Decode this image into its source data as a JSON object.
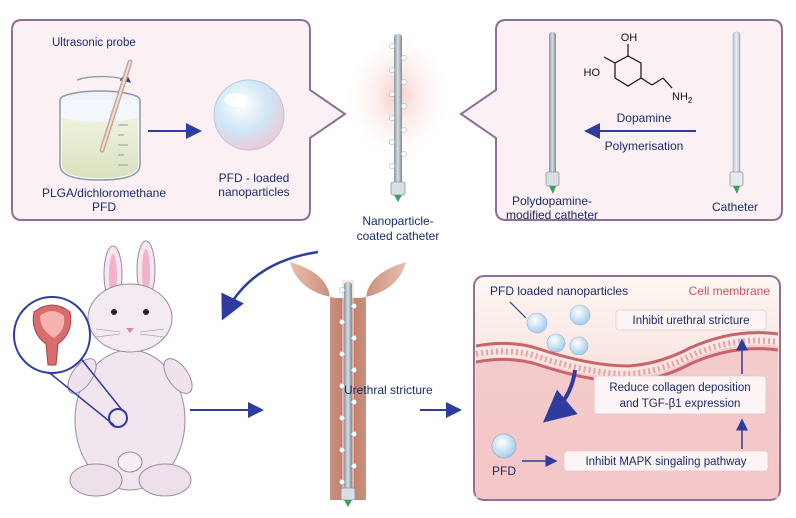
{
  "panel_prep": {
    "ultrasonic_probe": "Ultrasonic probe",
    "beaker_line1": "PLGA/dichloromethane",
    "beaker_line2": "PFD",
    "nanoparticle_line1": "PFD - loaded",
    "nanoparticle_line2": "nanoparticles"
  },
  "center": {
    "coated_line1": "Nanoparticle-",
    "coated_line2": "coated catheter"
  },
  "panel_coating": {
    "dopamine_label": "Dopamine",
    "polymerisation_label": "Polymerisation",
    "modified_line1": "Polydopamine-",
    "modified_line2": "modified catheter",
    "catheter_label": "Catheter",
    "formula": {
      "oh_top": "OH",
      "ho_left": "HO",
      "nh": "NH",
      "sub2": "2"
    }
  },
  "urethra": {
    "stricture_label": "Urethral stricture"
  },
  "cell_panel": {
    "np_label": "PFD loaded nanoparticles",
    "membrane_label": "Cell membrane",
    "pfd_label": "PFD",
    "inhibit_stricture": "Inhibit urethral stricture",
    "reduce_line1": "Reduce collagen deposition",
    "reduce_line2": "and TGF-β1 expression",
    "inhibit_mapk": "Inhibit MAPK singaling pathway"
  },
  "colors": {
    "panel_border": "#8e6f98",
    "panel_fill": "#f9eef2",
    "arrow_blue": "#2d3c9e",
    "membrane_red": "#c9646d",
    "cell_fill": "#f6dada"
  }
}
